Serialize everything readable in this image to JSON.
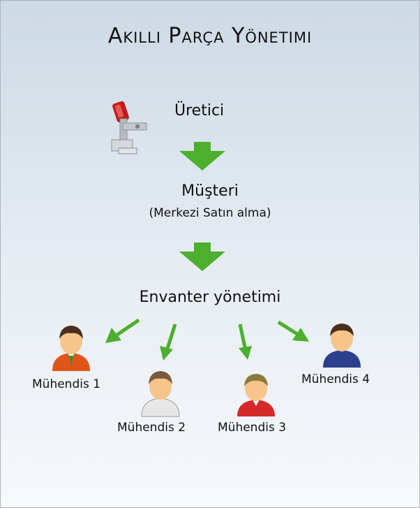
{
  "title": "Akıllı Parça Yönetimi",
  "producer_label": "Üretici",
  "customer_label": "Müşteri",
  "customer_sublabel": "(Merkezi Satın alma)",
  "inventory_label": "Envanter yönetimi",
  "engineers": [
    {
      "label": "Mühendis 1",
      "shirt_color": "#e0561a",
      "tie_color": "#2a9a2a",
      "hair_color": "#4a2f1a"
    },
    {
      "label": "Mühendis 2",
      "shirt_color": "#e7e7e7",
      "hair_color": "#7a5a3e"
    },
    {
      "label": "Mühendis 3",
      "shirt_color": "#d42a2a",
      "hair_color": "#8a7a3a"
    },
    {
      "label": "Mühendis 4",
      "shirt_color": "#2c3f8c",
      "hair_color": "#4a2f1a"
    }
  ],
  "colors": {
    "arrow": "#4caf2d",
    "background_top": "#cdd9e4",
    "background_bottom": "#f7f9fb"
  },
  "icons": {
    "producer": "toggle-clamp-icon",
    "engineer": "person-avatar-icon"
  }
}
